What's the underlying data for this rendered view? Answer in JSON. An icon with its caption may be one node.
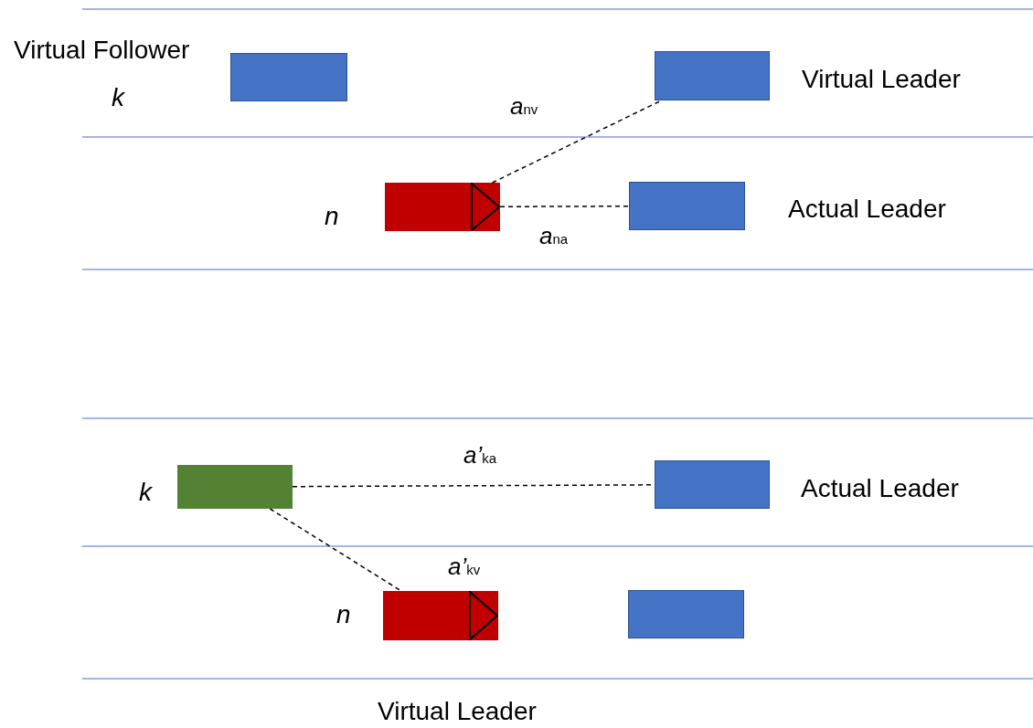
{
  "diagram": {
    "nodes": [
      {
        "text": [],
        "shape": "box",
        "beside": [
          "Virtual Follower",
          "k"
        ]
      },
      {
        "text": [],
        "shape": "box",
        "beside": [
          "Virtual Leader"
        ]
      },
      {
        "text": [],
        "shape": "box",
        "beside": [
          "n"
        ]
      },
      {
        "text": [],
        "shape": "box",
        "beside": [
          "Actual Leader"
        ]
      },
      {
        "text": [],
        "shape": "box",
        "beside": [
          "k"
        ]
      },
      {
        "text": [],
        "shape": "box",
        "beside": [
          "Actual Leader"
        ]
      },
      {
        "text": [],
        "shape": "box",
        "beside": [
          "n"
        ]
      },
      {
        "text": [],
        "shape": "box"
      }
    ],
    "edges": [
      {
        "from": 2,
        "to": 1,
        "arrow": "none",
        "style": "dashed",
        "label": "*a*$_{nv}$"
      },
      {
        "from": 2,
        "to": 3,
        "arrow": "none",
        "style": "dashed",
        "label": "*a*$_{na}$"
      },
      {
        "from": 4,
        "to": 5,
        "arrow": "none",
        "style": "dashed",
        "label": "*a’*$_{ka}$"
      },
      {
        "from": 4,
        "to": 6,
        "arrow": "none",
        "style": "dashed",
        "label": "*a’*$_{kv}$"
      }
    ],
    "labels": [
      "Virtual Leader"
    ]
  }
}
